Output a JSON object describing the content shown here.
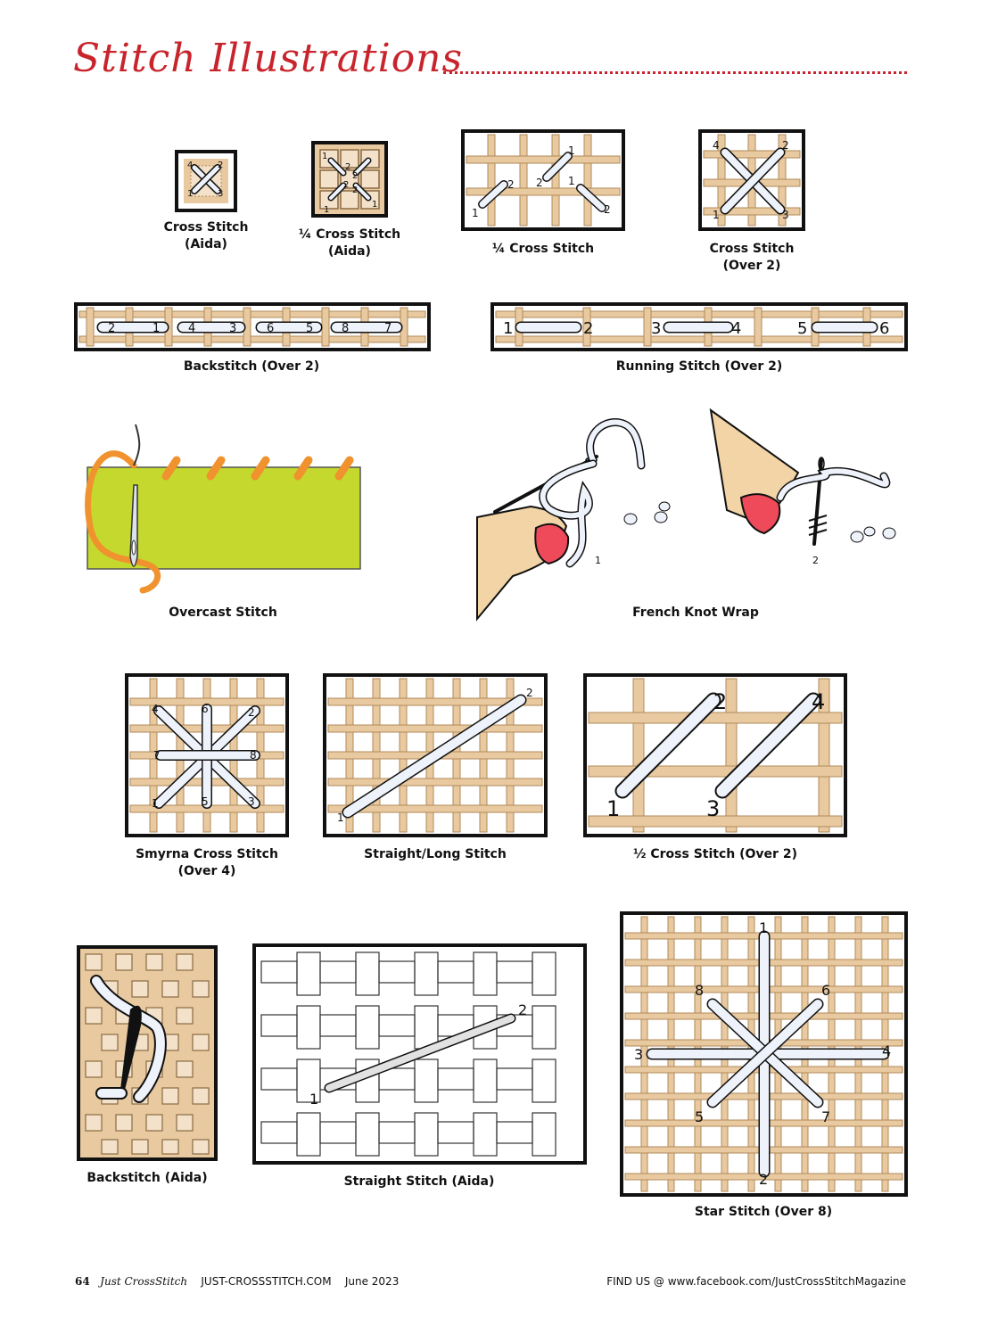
{
  "header": {
    "title": "Stitch Illustrations"
  },
  "stitches": [
    {
      "label": "Cross Stitch\n(Aida)",
      "numbers": [
        "4",
        "2",
        "1",
        "3"
      ]
    },
    {
      "label": "¼ Cross Stitch\n(Aida)",
      "numbers": [
        "1",
        "2",
        "2",
        "2",
        "2",
        "1",
        "1"
      ]
    },
    {
      "label": "¼ Cross Stitch",
      "numbers": [
        "1",
        "2",
        "2",
        "1",
        "1",
        "2"
      ]
    },
    {
      "label": "Cross Stitch\n(Over 2)",
      "numbers": [
        "4",
        "2",
        "1",
        "3"
      ]
    },
    {
      "label": "Backstitch (Over 2)",
      "numbers": [
        "2",
        "1",
        "4",
        "3",
        "6",
        "5",
        "8",
        "7"
      ]
    },
    {
      "label": "Running Stitch (Over 2)",
      "numbers": [
        "1",
        "2",
        "3",
        "4",
        "5",
        "6"
      ]
    },
    {
      "label": "Overcast Stitch",
      "numbers": []
    },
    {
      "label": "French Knot Wrap",
      "numbers": [
        "1",
        "2"
      ]
    },
    {
      "label": "Smyrna Cross Stitch\n(Over 4)",
      "numbers": [
        "4",
        "6",
        "2",
        "7",
        "8",
        "1",
        "5",
        "3"
      ]
    },
    {
      "label": "Straight/Long Stitch",
      "numbers": [
        "2",
        "1"
      ]
    },
    {
      "label": "½ Cross Stitch (Over 2)",
      "numbers": [
        "2",
        "4",
        "1",
        "3"
      ]
    },
    {
      "label": "Backstitch (Aida)",
      "numbers": []
    },
    {
      "label": "Straight Stitch (Aida)",
      "numbers": [
        "2",
        "1"
      ]
    },
    {
      "label": "Star Stitch (Over 8)",
      "numbers": [
        "1",
        "8",
        "6",
        "3",
        "4",
        "5",
        "7",
        "2"
      ]
    }
  ],
  "footer": {
    "page_number": "64",
    "magazine": "Just CrossStitch",
    "website": "JUST-CROSSSTITCH.COM",
    "date": "June 2023",
    "social": "FIND US @ www.facebook.com/JustCrossStitchMagazine"
  },
  "colors": {
    "accent": "#c8242c",
    "canvas": "#e8c9a0",
    "thread": "#eef2fb",
    "fabric": "#c5d82e",
    "overcast_thread": "#f0922e"
  }
}
